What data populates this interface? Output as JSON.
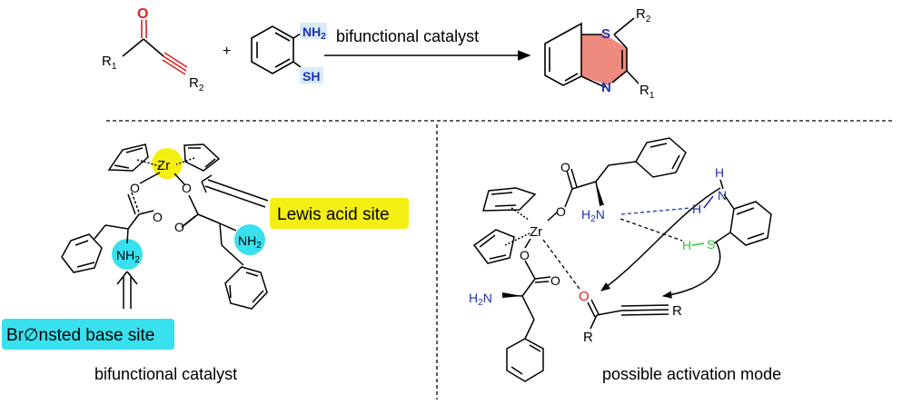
{
  "colors": {
    "carbonyl_red": "#e0201e",
    "nitrogen_blue": "#1f2fb0",
    "sulfur_blue": "#1f2fb0",
    "product_ring_fill": "#ef8a7e",
    "highlight_yellow": "#f4ef12",
    "highlight_cyan": "#39e0ee",
    "hydrogen_bond_green": "#33c43a",
    "bond_black": "#000000",
    "dash_black": "#000000"
  },
  "reaction": {
    "alkynone": {
      "oxygen": "O",
      "r1": "R",
      "r1_sub": "1",
      "r2": "R",
      "r2_sub": "2"
    },
    "plus": "+",
    "aminothiol": {
      "amine": "NH",
      "amine_sub": "2",
      "thiol": "SH"
    },
    "arrow_label": "bifunctional catalyst",
    "product": {
      "sulfur": "S",
      "nitrogen": "N",
      "r1": "R",
      "r1_sub": "1",
      "r2": "R",
      "r2_sub": "2"
    }
  },
  "left_panel": {
    "zr": "Zr",
    "lewis_label": "Lewis acid site",
    "bronsted_label": "Br∅nsted base site",
    "caption": "bifunctional catalyst",
    "nh2_left": "NH",
    "nh2_right": "NH",
    "nh2_sub": "2",
    "oxygen": "O"
  },
  "right_panel": {
    "zr": "Zr",
    "oxygen": "O",
    "h2n_top": "H",
    "h2n_top_sub": "2",
    "h2n_top_n": "N",
    "h2n_bottom": "H",
    "h2n_bottom_sub": "2",
    "h2n_bottom_n": "N",
    "h": "H",
    "n": "N",
    "s": "S",
    "carbonyl_o": "O",
    "r": "R",
    "caption": "possible activation mode"
  }
}
